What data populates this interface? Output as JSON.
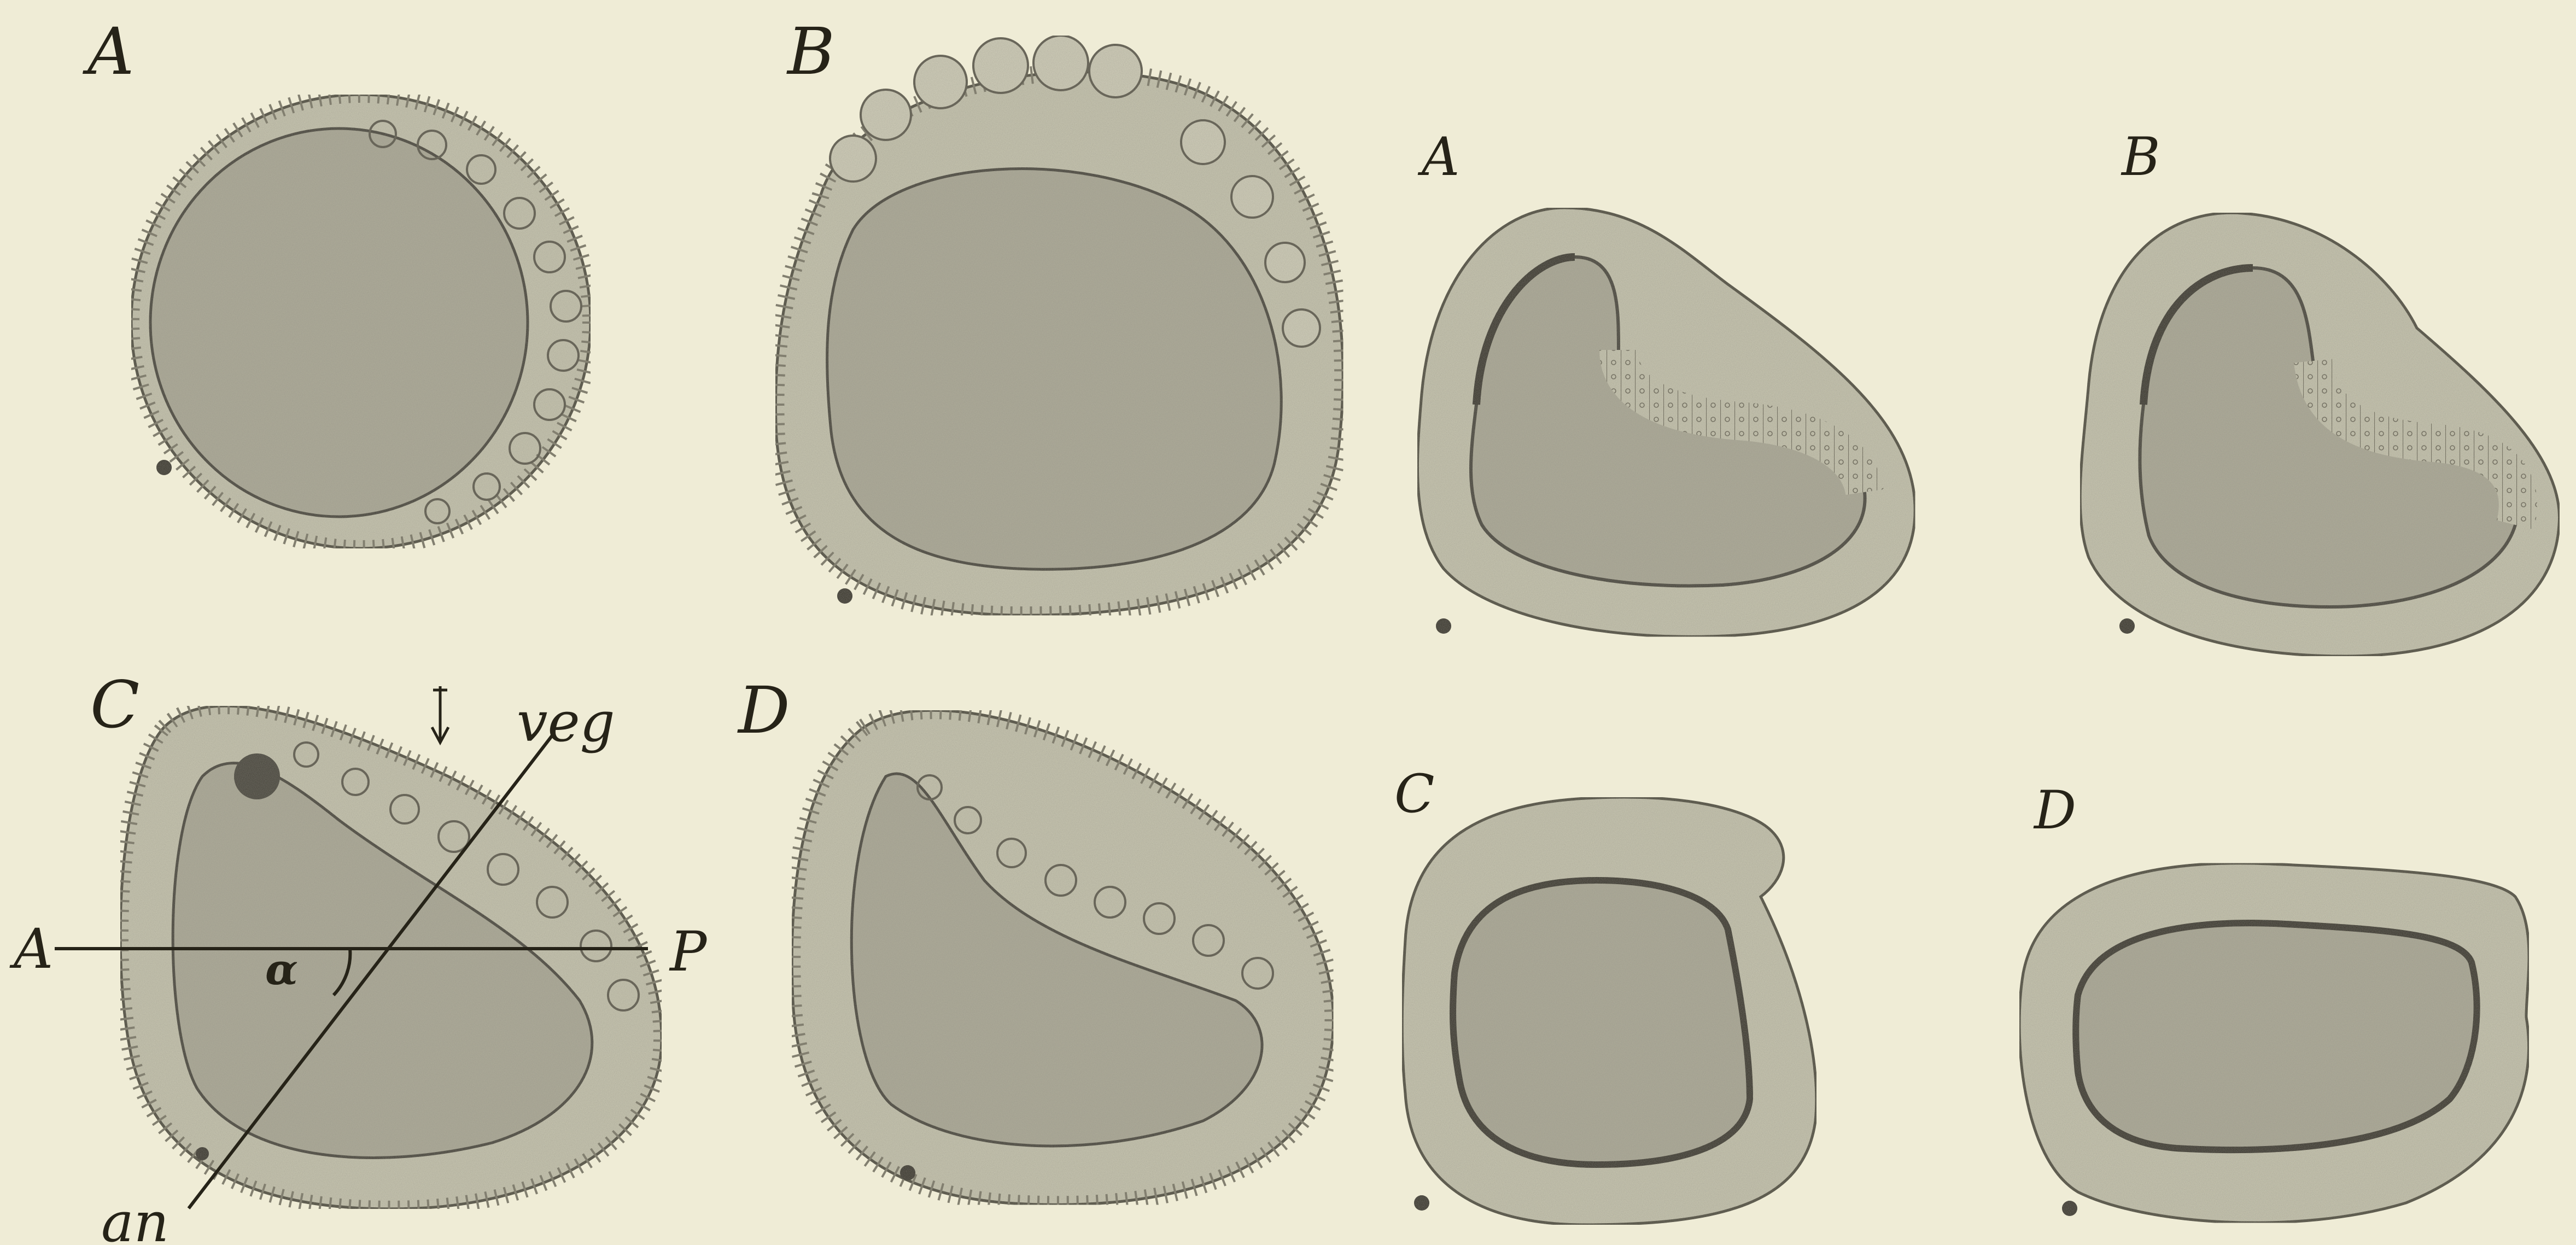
{
  "colors": {
    "paper": "#efecd6",
    "ink": "#262318",
    "wall": "#c9c7b2",
    "yolk": "#b1af9c",
    "dark": "#3e3b30"
  },
  "left_series": {
    "A": "A",
    "B": "B",
    "C": "C",
    "D": "D"
  },
  "right_series": {
    "A": "A",
    "B": "B",
    "C": "C",
    "D": "D"
  },
  "annotations": {
    "vegetal": "veg",
    "animal": "an",
    "anterior": "A",
    "posterior": "P",
    "angle": "α"
  }
}
